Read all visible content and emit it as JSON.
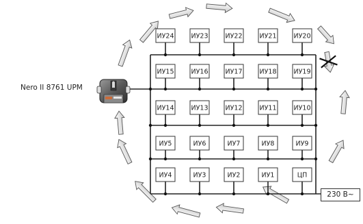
{
  "device": {
    "label": "Nero II 8761 UPM"
  },
  "power": {
    "label": "230 В~"
  },
  "rows": [
    {
      "nodes": [
        "ИУ24",
        "ИУ23",
        "ИУ22",
        "ИУ21",
        "ИУ20"
      ]
    },
    {
      "nodes": [
        "ИУ15",
        "ИУ16",
        "ИУ17",
        "ИУ18",
        "ИУ19"
      ]
    },
    {
      "nodes": [
        "ИУ14",
        "ИУ13",
        "ИУ12",
        "ИУ11",
        "ИУ10"
      ]
    },
    {
      "nodes": [
        "ИУ5",
        "ИУ6",
        "ИУ7",
        "ИУ8",
        "ИУ9"
      ]
    },
    {
      "nodes": [
        "ИУ4",
        "ИУ3",
        "ИУ2",
        "ИУ1",
        "ЦП"
      ]
    }
  ],
  "icons": {
    "device": "remote-module-icon",
    "arrows": "circular-arrow-icon",
    "blocked": "crossed-arrow-icon"
  },
  "colors": {
    "line": "#222222",
    "arrow_fill": "#f2f2f2",
    "arrow_stroke": "#555555"
  }
}
